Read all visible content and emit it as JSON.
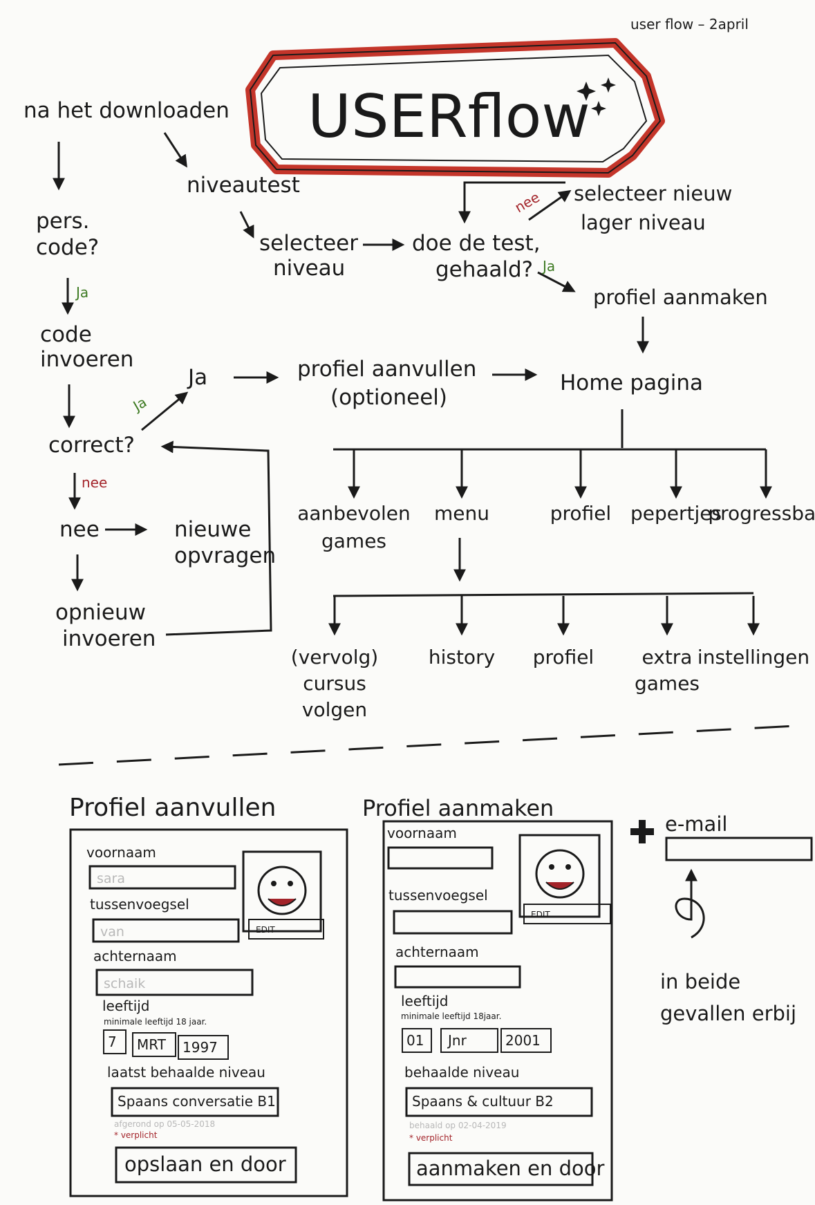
{
  "header": {
    "note": "user flow  –  2april",
    "title": "USERflow"
  },
  "flow": {
    "start": "na het downloaden",
    "pers_code_1": "pers.",
    "pers_code_2": "code?",
    "ja_1": "Ja",
    "code_invoeren_1": "code",
    "code_invoeren_2": "invoeren",
    "correct": "correct?",
    "nee_label": "nee",
    "nee": "nee",
    "nieuwe_opvragen_1": "nieuwe",
    "nieuwe_opvragen_2": "opvragen",
    "opnieuw_1": "opnieuw",
    "opnieuw_2": "invoeren",
    "ja_label_2": "Ja",
    "ja_2": "Ja",
    "profiel_aanvullen_1": "profiel aanvullen",
    "profiel_aanvullen_2": "(optioneel)",
    "niveautest": "niveautest",
    "selecteer_niveau_1": "selecteer",
    "selecteer_niveau_2": "niveau",
    "doe_test_1": "doe de test,",
    "doe_test_2": "gehaald?",
    "nee_test": "nee",
    "lager_1": "selecteer nieuw",
    "lager_2": "lager niveau",
    "ja_test": "Ja",
    "profiel_aanmaken": "profiel aanmaken",
    "home": "Home pagina",
    "home_children": [
      {
        "lines": [
          "aanbevolen",
          "games"
        ]
      },
      {
        "lines": [
          "menu"
        ]
      },
      {
        "lines": [
          "profiel"
        ]
      },
      {
        "lines": [
          "pepertjes"
        ]
      },
      {
        "lines": [
          "progressbar"
        ]
      }
    ],
    "menu_children": [
      {
        "lines": [
          "(vervolg)",
          "cursus",
          "volgen"
        ]
      },
      {
        "lines": [
          "history"
        ]
      },
      {
        "lines": [
          "profiel"
        ]
      },
      {
        "lines": [
          "extra",
          "games"
        ]
      },
      {
        "lines": [
          "instellingen"
        ]
      }
    ]
  },
  "wire1": {
    "title": "Profiel aanvullen",
    "voornaam": "voornaam",
    "voornaam_value": "sara",
    "tussenvoegsel": "tussenvoegsel",
    "tussenvoegsel_value": "van",
    "achternaam": "achternaam",
    "achternaam_value": "schaik",
    "edit": "EDIT",
    "leeftijd": "leeftijd",
    "leeftijd_note": "minimale leeftijd 18 jaar.",
    "day": "7",
    "month": "MRT",
    "year": "1997",
    "niveau_label": "laatst behaalde niveau",
    "niveau_value": "Spaans conversatie  B1",
    "afgerond": "afgerond op 05-05-2018",
    "verplicht": "* verplicht",
    "button": "opslaan en door"
  },
  "wire2": {
    "title": "Profiel aanmaken",
    "voornaam": "voornaam",
    "tussenvoegsel": "tussenvoegsel",
    "achternaam": "achternaam",
    "edit": "EDIT",
    "leeftijd": "leeftijd",
    "leeftijd_note": "minimale leeftijd 18jaar.",
    "day": "01",
    "month": "Jnr",
    "year": "2001",
    "niveau_label": "behaalde niveau",
    "niveau_value": "Spaans & cultuur  B2",
    "behaald": "behaald op 02-04-2019",
    "verplicht": "* verplicht",
    "button": "aanmaken en door"
  },
  "extra": {
    "email": "e-mail",
    "note_1": "in beide",
    "note_2": "gevallen erbij"
  },
  "colors": {
    "ink": "#1a1a1a",
    "frame": "#c4352a",
    "frame_inner": "#e3532e",
    "green": "#3d7a22",
    "red": "#a3242a",
    "gray": "#b8b8b8"
  }
}
